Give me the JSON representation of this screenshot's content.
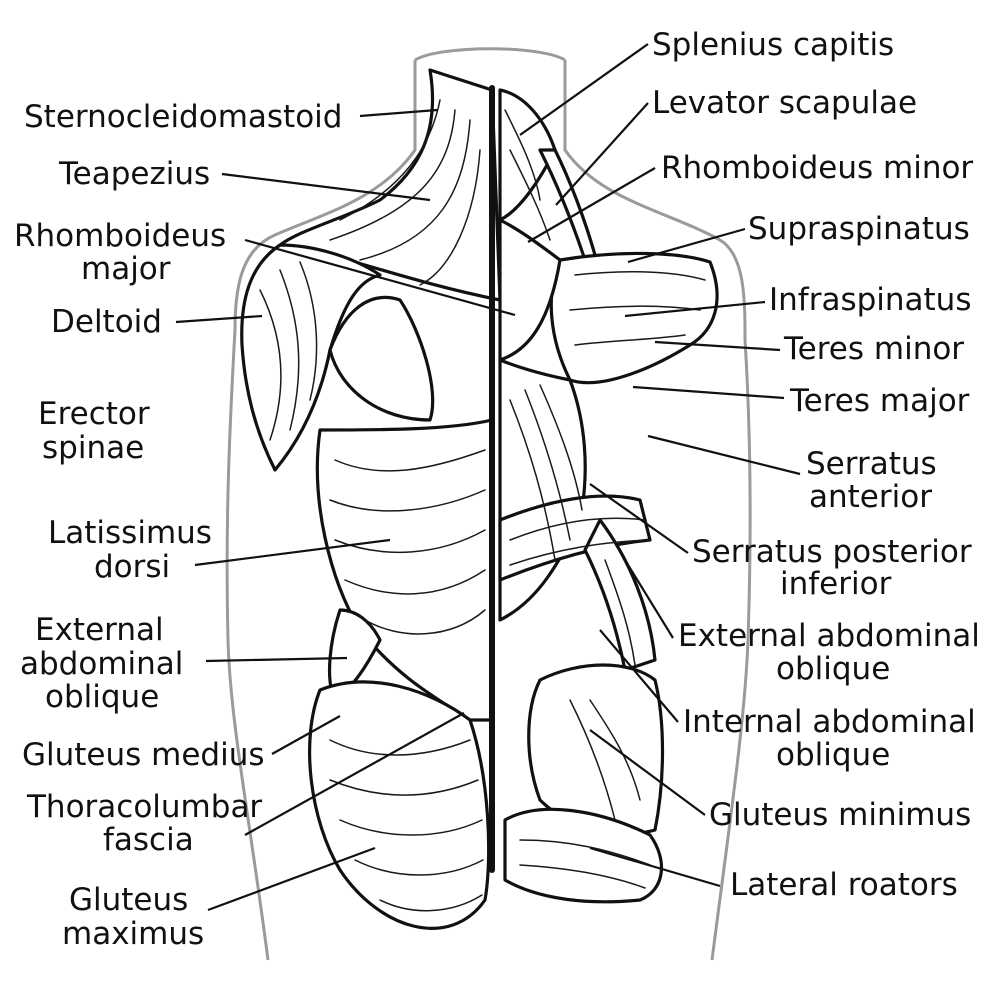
{
  "labels": {
    "left": {
      "sternocleidomastoid": "Sternocleidomastoid",
      "teapezius": "Teapezius",
      "rhomboideus_major_1": "Rhomboideus",
      "rhomboideus_major_2": "major",
      "deltoid": "Deltoid",
      "erector_spinae_1": "Erector",
      "erector_spinae_2": "spinae",
      "latissimus_dorsi_1": "Latissimus",
      "latissimus_dorsi_2": "dorsi",
      "external_abdominal_oblique_1": "External",
      "external_abdominal_oblique_2": "abdominal",
      "external_abdominal_oblique_3": "oblique",
      "gluteus_medius": "Gluteus medius",
      "thoracolumbar_fascia_1": "Thoracolumbar",
      "thoracolumbar_fascia_2": "fascia",
      "gluteus_maximus_1": "Gluteus",
      "gluteus_maximus_2": "maximus"
    },
    "right": {
      "splenius_capitis": "Splenius capitis",
      "levator_scapulae": "Levator scapulae",
      "rhomboideus_minor": "Rhomboideus minor",
      "supraspinatus": "Supraspinatus",
      "infraspinatus": "Infraspinatus",
      "teres_minor": "Teres minor",
      "teres_major": "Teres major",
      "serratus_anterior_1": "Serratus",
      "serratus_anterior_2": "anterior",
      "serratus_posterior_inferior_1": "Serratus posterior",
      "serratus_posterior_inferior_2": "inferior",
      "external_abdominal_oblique_1": "External abdominal",
      "external_abdominal_oblique_2": "oblique",
      "internal_abdominal_oblique_1": "Internal abdominal",
      "internal_abdominal_oblique_2": "oblique",
      "gluteus_minimus": "Gluteus minimus",
      "lateral_roators": "Lateral roators"
    }
  },
  "colors": {
    "ink": "#111111",
    "outline": "#9a9a9a",
    "background": "#ffffff"
  }
}
